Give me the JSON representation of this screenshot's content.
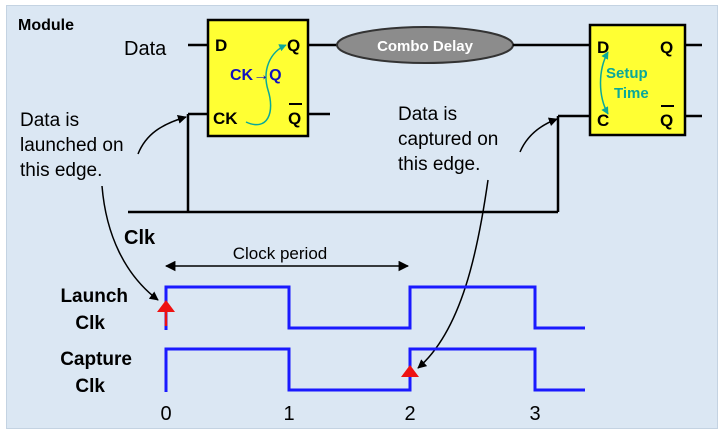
{
  "module_label": "Module",
  "data_label": "Data",
  "combo_delay_label": "Combo Delay",
  "clk_label": "Clk",
  "launch_ff": {
    "d_pin": "D",
    "q_pin": "Q",
    "ck_pin": "CK",
    "qbar_pin": "Q",
    "internal_text": "CK→Q"
  },
  "capture_ff": {
    "d_pin": "D",
    "q_pin": "Q",
    "c_pin": "C",
    "qbar_pin": "Q",
    "setup_line1": "Setup",
    "setup_line2": "Time"
  },
  "launch_note": [
    "Data is",
    "launched on",
    "this edge."
  ],
  "capture_note": [
    "Data is",
    "captured on",
    "this edge."
  ],
  "clock_period_label": "Clock period",
  "waveforms": [
    {
      "label_line1": "Launch",
      "label_line2": "Clk",
      "marker_at": 0
    },
    {
      "label_line1": "Capture",
      "label_line2": "Clk",
      "marker_at": 2
    }
  ],
  "time_ticks": [
    "0",
    "1",
    "2",
    "3"
  ],
  "colors": {
    "ff_fill": "#ffff33",
    "waveform": "#1a1aff",
    "pin_text_ck": "#1010c0",
    "setup_text": "#0aa89a",
    "marker": "#ee1111",
    "ellipse_fill": "#8c8c8c",
    "wire": "#000000"
  }
}
